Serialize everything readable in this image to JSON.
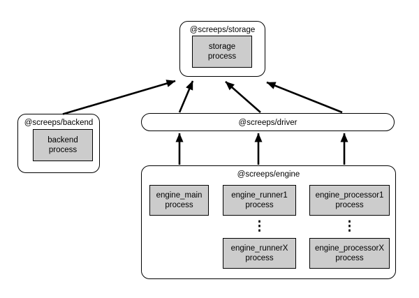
{
  "colors": {
    "background": "#ffffff",
    "process_fill": "#cccccc",
    "line": "#000000",
    "container_fill": "#ffffff"
  },
  "nodes": {
    "storage": {
      "title": "@screeps/storage",
      "process": "storage\nprocess"
    },
    "backend": {
      "title": "@screeps/backend",
      "process": "backend\nprocess"
    },
    "driver": {
      "title": "@screeps/driver"
    },
    "engine": {
      "title": "@screeps/engine",
      "main": "engine_main\nprocess",
      "runner1": "engine_runner1\nprocess",
      "runnerX": "engine_runnerX\nprocess",
      "processor1": "engine_processor1\nprocess",
      "processorX": "engine_processorX\nprocess",
      "ellipsis": "⋮"
    }
  },
  "edges": [
    {
      "from": "@screeps/backend",
      "to": "@screeps/storage"
    },
    {
      "from": "@screeps/driver",
      "to": "@screeps/storage",
      "count": 3
    },
    {
      "from": "@screeps/engine",
      "to": "@screeps/driver",
      "count": 3
    }
  ]
}
